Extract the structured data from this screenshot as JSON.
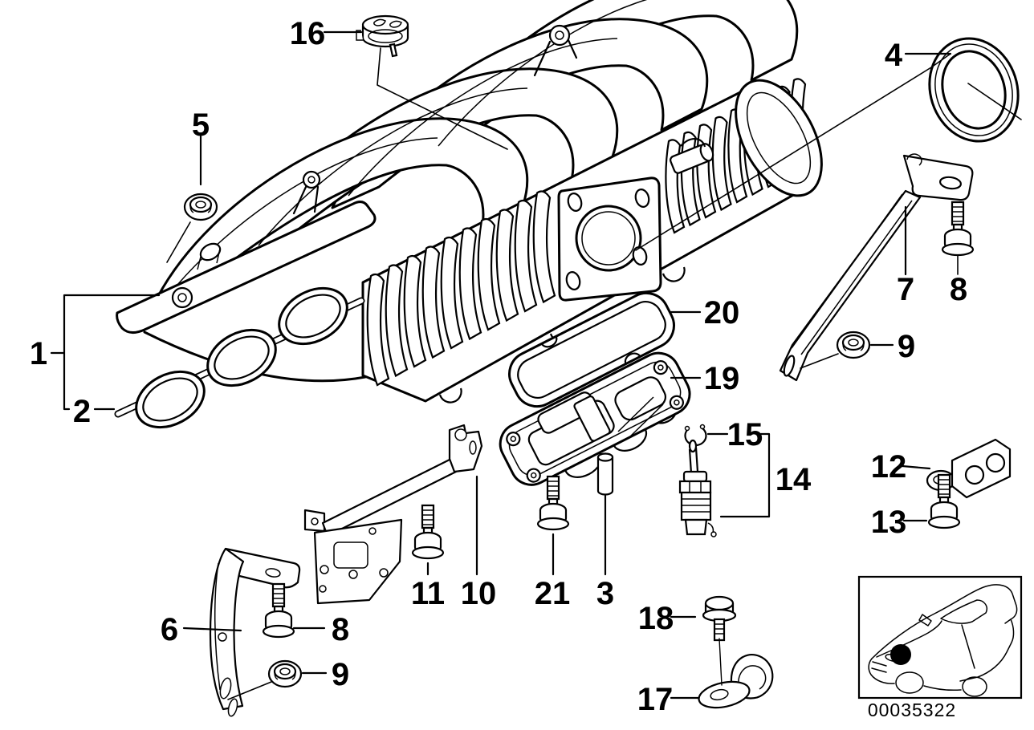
{
  "diagram": {
    "background": "#ffffff",
    "line_color": "#000000"
  },
  "inset": {
    "code": "00035322"
  },
  "callouts": {
    "c1": "1",
    "c2": "2",
    "c3": "3",
    "c4": "4",
    "c5": "5",
    "c6": "6",
    "c7": "7",
    "c8_right": "8",
    "c8_left": "8",
    "c9_right": "9",
    "c9_left": "9",
    "c10": "10",
    "c11": "11",
    "c12": "12",
    "c13": "13",
    "c14": "14",
    "c15": "15",
    "c16": "16",
    "c17": "17",
    "c18": "18",
    "c19": "19",
    "c20": "20",
    "c21": "21"
  }
}
